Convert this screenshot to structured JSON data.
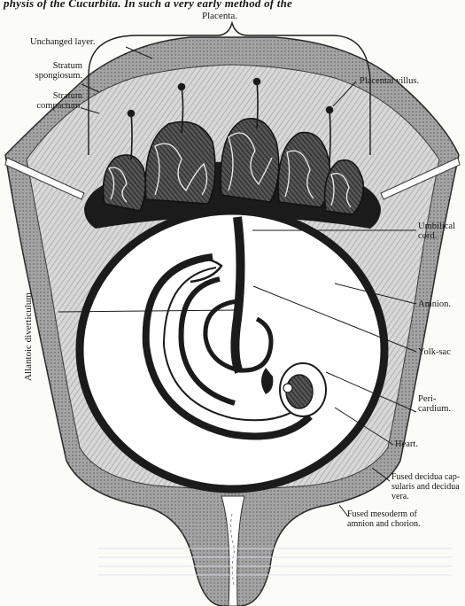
{
  "header_text": "physis of the Cucurbita. In such a very early method of the",
  "labels": {
    "placenta": "Placenta.",
    "unchanged_layer": "Unchanged layer.",
    "stratum_spongiosum": "Stratum\nspongiosum.",
    "stratum_compactum": "Stratum\ncompactum.",
    "placental_villus": "Placental villus.",
    "umbilical_cord": "Umbilical\ncord.",
    "amnion": "Amnion.",
    "yolk_sac": "Yolk-sac",
    "pericardium": "Peri-\ncardium.",
    "heart": "Heart.",
    "fused_decidua": "Fused decidua cap-\nsularis and decidua\nvera.",
    "fused_mesoderm": "Fused mesoderm of\namnion and chorion.",
    "allantoic_diverticulum": "Allantoic diverticulum."
  },
  "colors": {
    "ink": "#161616",
    "outer_wall": "#9a9a9a",
    "hatch_layer": "#c9c9c9",
    "cavity": "#ffffff",
    "paper": "#fbfbf8"
  }
}
